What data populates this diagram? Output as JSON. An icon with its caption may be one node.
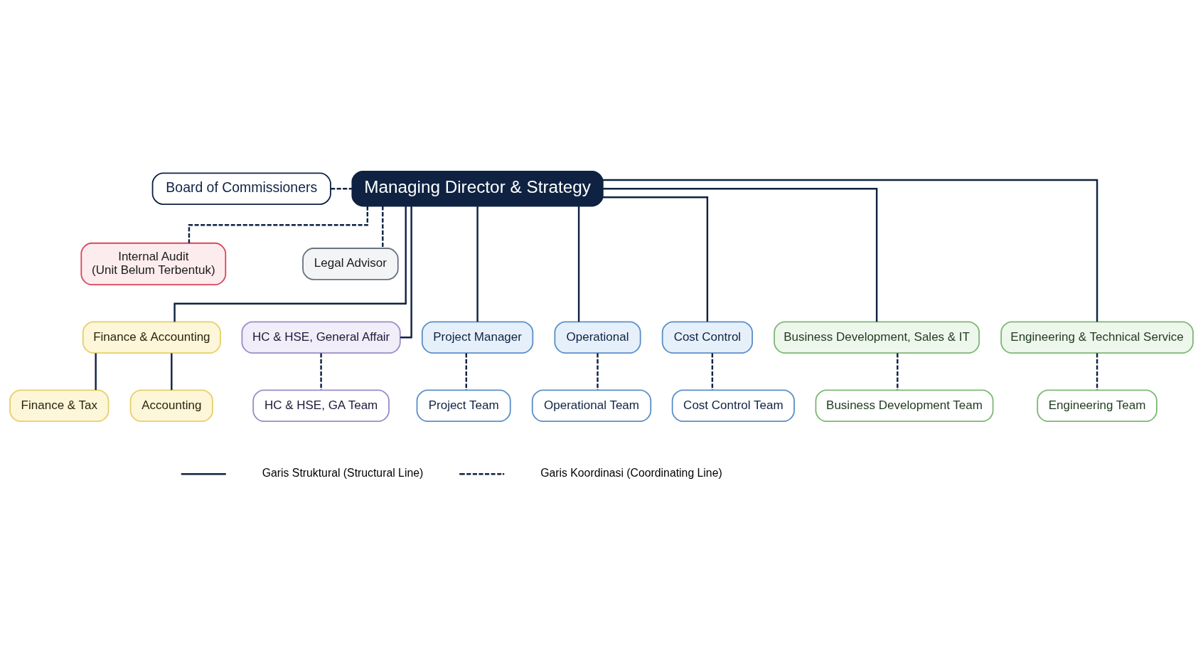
{
  "diagram": {
    "nodes": [
      {
        "text": [
          "Board of Commissioners"
        ]
      },
      {
        "text": [
          "Managing Director & Strategy"
        ]
      },
      {
        "text": [
          "Internal Audit",
          "(Unit Belum Terbentuk)"
        ]
      },
      {
        "text": [
          "Legal Advisor"
        ]
      },
      {
        "text": [
          "Project Manager"
        ]
      },
      {
        "text": [
          "Operational"
        ]
      },
      {
        "text": [
          "Cost Control"
        ]
      },
      {
        "text": [
          "Business Development, Sales & IT"
        ]
      },
      {
        "text": [
          "Engineering & Technical Service"
        ]
      },
      {
        "text": [
          "Finance & Accounting"
        ]
      },
      {
        "text": [
          "HC & HSE, General Affair"
        ]
      },
      {
        "text": [
          "Project Team"
        ]
      },
      {
        "text": [
          "Operational Team"
        ]
      },
      {
        "text": [
          "Cost Control Team"
        ]
      },
      {
        "text": [
          "Business Development Team"
        ]
      },
      {
        "text": [
          "Engineering Team"
        ]
      },
      {
        "text": [
          "Finance & Tax"
        ]
      },
      {
        "text": [
          "Accounting"
        ]
      },
      {
        "text": [
          "HC & HSE, GA Team"
        ]
      }
    ],
    "edges": [
      {
        "from": 0,
        "to": 1,
        "arrow": "none",
        "style": "dashed"
      },
      {
        "from": 1,
        "to": 2,
        "arrow": "none",
        "style": "dashed"
      },
      {
        "from": 1,
        "to": 3,
        "arrow": "none",
        "style": "dashed"
      },
      {
        "from": 1,
        "to": 4,
        "arrow": "none"
      },
      {
        "from": 1,
        "to": 5,
        "arrow": "none"
      },
      {
        "from": 1,
        "to": 6,
        "arrow": "none"
      },
      {
        "from": 1,
        "to": 7,
        "arrow": "none"
      },
      {
        "from": 1,
        "to": 8,
        "arrow": "none"
      },
      {
        "from": 1,
        "to": 9,
        "arrow": "none"
      },
      {
        "from": 1,
        "to": 10,
        "arrow": "none"
      },
      {
        "from": 4,
        "to": 11,
        "arrow": "none",
        "style": "dashed"
      },
      {
        "from": 5,
        "to": 12,
        "arrow": "none",
        "style": "dashed"
      },
      {
        "from": 6,
        "to": 13,
        "arrow": "none",
        "style": "dashed"
      },
      {
        "from": 7,
        "to": 14,
        "arrow": "none",
        "style": "dashed"
      },
      {
        "from": 8,
        "to": 15,
        "arrow": "none",
        "style": "dashed"
      },
      {
        "from": 9,
        "to": 16,
        "arrow": "none"
      },
      {
        "from": 9,
        "to": 17,
        "arrow": "none"
      },
      {
        "from": 10,
        "to": 18,
        "arrow": "none",
        "style": "dashed"
      }
    ],
    "legend": [
      {
        "text": "Garis Struktural (Structural Line)"
      },
      {
        "text": "Garis Koordinasi (Coordinating Line)"
      }
    ]
  }
}
